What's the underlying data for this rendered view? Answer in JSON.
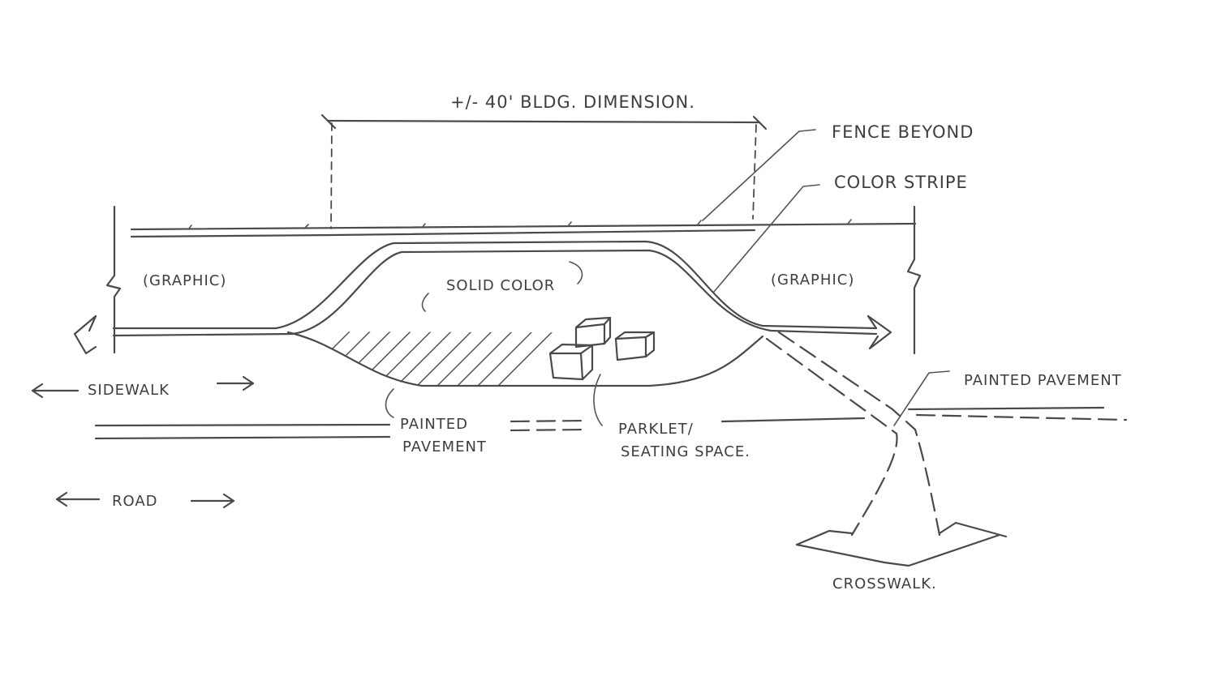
{
  "labels": {
    "building_dimension": "+/- 40' BLDG. DIMENSION.",
    "fence_beyond": "FENCE BEYOND",
    "color_stripe": "COLOR STRIPE",
    "graphic_left": "(GRAPHIC)",
    "graphic_right": "(GRAPHIC)",
    "solid_color": "SOLID COLOR",
    "sidewalk": "SIDEWALK",
    "road": "ROAD",
    "painted_pavement_left_line1": "PAINTED",
    "painted_pavement_left_line2": "PAVEMENT",
    "parklet_line1": "PARKLET/",
    "parklet_line2": "SEATING SPACE.",
    "painted_pavement_right": "PAINTED PAVEMENT",
    "crosswalk": "CROSSWALK."
  }
}
